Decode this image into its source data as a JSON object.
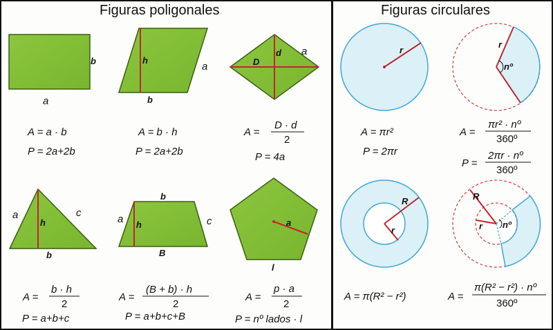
{
  "sections": {
    "polygonal_title": "Figuras poligonales",
    "circular_title": "Figuras circulares"
  },
  "colors": {
    "green_fill": "#8cc63f",
    "green_stroke": "#3a5e10",
    "red": "#c0262c",
    "blue_fill": "#dcf0f8",
    "blue_stroke": "#3ea7d8",
    "dashed_red": "#d04848"
  },
  "figures": {
    "rectangle": {
      "side_a": "a",
      "side_b": "b",
      "area_formula": "A = a · b",
      "perimeter_formula": "P = 2a+2b"
    },
    "parallelogram": {
      "side_a": "a",
      "height": "h",
      "base": "b",
      "area_formula": "A = b · h",
      "perimeter_formula": "P = 2a+2b"
    },
    "rhombus": {
      "major_diag": "D",
      "minor_diag": "d",
      "side": "a",
      "area_lhs": "A =",
      "area_num": "D · d",
      "area_den": "2",
      "perimeter_formula": "P = 4a"
    },
    "triangle": {
      "side_a": "a",
      "side_c": "c",
      "height": "h",
      "base": "b",
      "area_lhs": "A =",
      "area_num": "b · h",
      "area_den": "2",
      "perimeter_formula": "P = a+b+c"
    },
    "trapezoid": {
      "top_b": "b",
      "side_a": "a",
      "side_c": "c",
      "height": "h",
      "base_B": "B",
      "area_lhs": "A =",
      "area_num": "(B + b) · h",
      "area_den": "2",
      "perimeter_formula": "P = a+b+c+B"
    },
    "pentagon": {
      "apothem": "a",
      "side": "l",
      "area_lhs": "A =",
      "area_num": "p · a",
      "area_den": "2",
      "perimeter_formula": "P = nº lados · l"
    },
    "circle": {
      "radius": "r",
      "area_formula": "A = πr²",
      "perimeter_formula": "P = 2πr"
    },
    "sector": {
      "radius": "r",
      "angle": "nº",
      "area_lhs": "A =",
      "area_num": "πr² · nº",
      "area_den": "360º",
      "perimeter_lhs": "P =",
      "perimeter_num": "2πr · nº",
      "perimeter_den": "360º"
    },
    "annulus": {
      "outer_radius": "R",
      "inner_radius": "r",
      "area_formula": "A = π(R² − r²)"
    },
    "annular_sector": {
      "outer_radius": "R",
      "inner_radius": "r",
      "angle": "nº",
      "area_lhs": "A =",
      "area_num": "π(R² − r²) · nº",
      "area_den": "360º"
    }
  }
}
